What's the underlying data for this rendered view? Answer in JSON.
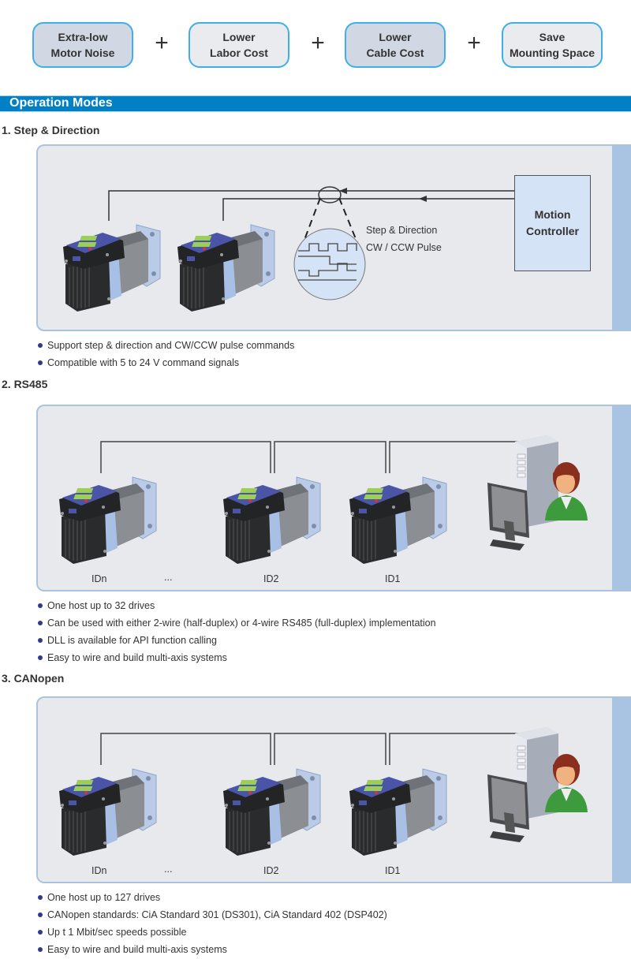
{
  "features": [
    {
      "line1": "Extra-low",
      "line2": "Motor Noise"
    },
    {
      "line1": "Lower",
      "line2": "Labor Cost"
    },
    {
      "line1": "Lower",
      "line2": "Cable Cost"
    },
    {
      "line1": "Save",
      "line2": "Mounting Space"
    }
  ],
  "plus_symbol": "+",
  "section": {
    "title": "Operation Modes"
  },
  "colors": {
    "section_bar": "#0180c6",
    "panel_bg": "#e7e9ed",
    "panel_border": "#a9c3e0",
    "bullet": "#2c3a8f",
    "feature_border": "#3fb0e6"
  },
  "modes": [
    {
      "title": "1. Step & Direction",
      "diagram": {
        "controller_line1": "Motion",
        "controller_line2": "Controller",
        "signal_line1": "Step & Direction",
        "signal_line2": "CW / CCW Pulse"
      },
      "bullets": [
        "Support step & direction  and CW/CCW pulse commands",
        "Compatible with 5 to 24 V command signals"
      ]
    },
    {
      "title": "2. RS485",
      "diagram": {
        "labels": [
          "IDn",
          "...",
          "ID2",
          "ID1"
        ]
      },
      "bullets": [
        "One host up to 32 drives",
        "Can be used with either 2-wire (half-duplex) or 4-wire RS485 (full-duplex) implementation",
        "DLL is available for API function calling",
        "Easy to wire and build multi-axis systems"
      ]
    },
    {
      "title": "3. CANopen",
      "diagram": {
        "labels": [
          "IDn",
          "...",
          "ID2",
          "ID1"
        ]
      },
      "bullets": [
        "One host up to 127 drives",
        "CANopen standards: CiA Standard 301 (DS301), CiA Standard 402 (DSP402)",
        "Up t 1 Mbit/sec speeds possible",
        "Easy to wire and build multi-axis systems"
      ]
    }
  ]
}
